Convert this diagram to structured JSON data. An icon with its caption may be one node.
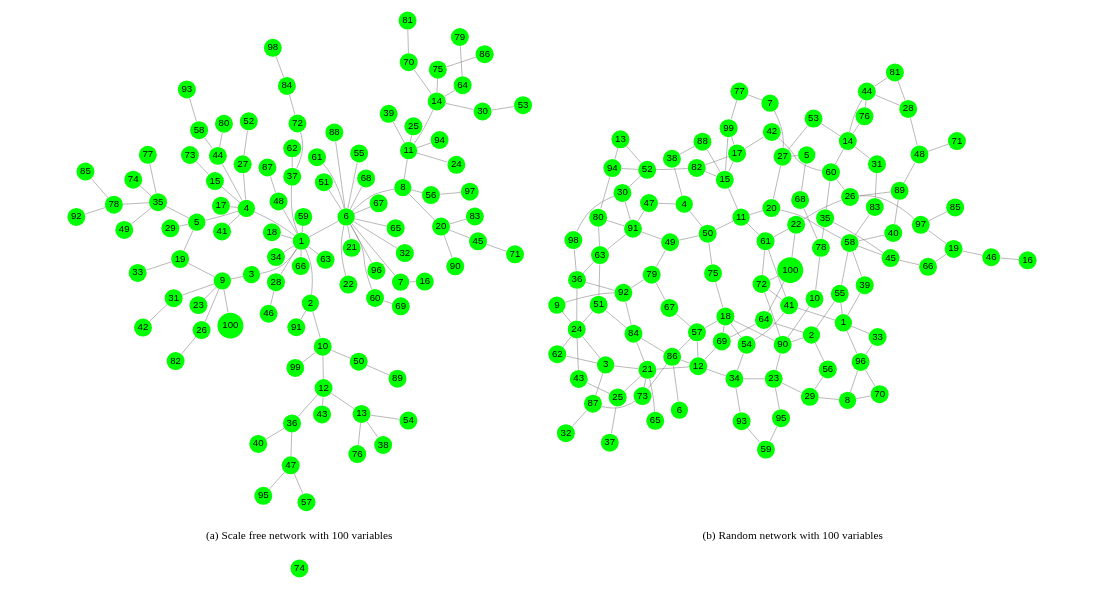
{
  "diagram": {
    "nodes": [
      {
        "text": [
          "1"
        ]
      },
      {
        "text": [
          "2"
        ]
      },
      {
        "text": [
          "3"
        ]
      },
      {
        "text": [
          "4"
        ]
      },
      {
        "text": [
          "5"
        ]
      },
      {
        "text": [
          "6"
        ]
      },
      {
        "text": [
          "7"
        ]
      },
      {
        "text": [
          "8"
        ]
      },
      {
        "text": [
          "9"
        ]
      },
      {
        "text": [
          "10"
        ]
      },
      {
        "text": [
          "11"
        ]
      },
      {
        "text": [
          "12"
        ]
      },
      {
        "text": [
          "13"
        ]
      },
      {
        "text": [
          "14"
        ]
      },
      {
        "text": [
          "15"
        ]
      },
      {
        "text": [
          "16"
        ]
      },
      {
        "text": [
          "17"
        ]
      },
      {
        "text": [
          "18"
        ]
      },
      {
        "text": [
          "19"
        ]
      },
      {
        "text": [
          "20"
        ]
      },
      {
        "text": [
          "21"
        ]
      },
      {
        "text": [
          "22"
        ]
      },
      {
        "text": [
          "23"
        ]
      },
      {
        "text": [
          "24"
        ]
      },
      {
        "text": [
          "25"
        ]
      },
      {
        "text": [
          "26"
        ]
      },
      {
        "text": [
          "27"
        ]
      },
      {
        "text": [
          "28"
        ]
      },
      {
        "text": [
          "29"
        ]
      },
      {
        "text": [
          "30"
        ]
      },
      {
        "text": [
          "31"
        ]
      },
      {
        "text": [
          "32"
        ]
      },
      {
        "text": [
          "33"
        ]
      },
      {
        "text": [
          "34"
        ]
      },
      {
        "text": [
          "35"
        ]
      },
      {
        "text": [
          "36"
        ]
      },
      {
        "text": [
          "37"
        ]
      },
      {
        "text": [
          "38"
        ]
      },
      {
        "text": [
          "39"
        ]
      },
      {
        "text": [
          "40"
        ]
      },
      {
        "text": [
          "41"
        ]
      },
      {
        "text": [
          "42"
        ]
      },
      {
        "text": [
          "43"
        ]
      },
      {
        "text": [
          "44"
        ]
      },
      {
        "text": [
          "45"
        ]
      },
      {
        "text": [
          "46"
        ]
      },
      {
        "text": [
          "47"
        ]
      },
      {
        "text": [
          "48"
        ]
      },
      {
        "text": [
          "49"
        ]
      },
      {
        "text": [
          "50"
        ]
      },
      {
        "text": [
          "51"
        ]
      },
      {
        "text": [
          "52"
        ]
      },
      {
        "text": [
          "53"
        ]
      },
      {
        "text": [
          "54"
        ]
      },
      {
        "text": [
          "55"
        ]
      },
      {
        "text": [
          "56"
        ]
      },
      {
        "text": [
          "57"
        ]
      },
      {
        "text": [
          "58"
        ]
      },
      {
        "text": [
          "59"
        ]
      },
      {
        "text": [
          "60"
        ]
      },
      {
        "text": [
          "61"
        ]
      },
      {
        "text": [
          "62"
        ]
      },
      {
        "text": [
          "63"
        ]
      },
      {
        "text": [
          "64"
        ]
      },
      {
        "text": [
          "65"
        ]
      },
      {
        "text": [
          "66"
        ]
      },
      {
        "text": [
          "67"
        ]
      },
      {
        "text": [
          "68"
        ]
      },
      {
        "text": [
          "69"
        ]
      },
      {
        "text": [
          "70"
        ]
      },
      {
        "text": [
          "71"
        ]
      },
      {
        "text": [
          "72"
        ]
      },
      {
        "text": [
          "73"
        ]
      },
      {
        "text": [
          "74"
        ]
      },
      {
        "text": [
          "75"
        ]
      },
      {
        "text": [
          "76"
        ]
      },
      {
        "text": [
          "77"
        ]
      },
      {
        "text": [
          "78"
        ]
      },
      {
        "text": [
          "79"
        ]
      },
      {
        "text": [
          "80"
        ]
      },
      {
        "text": [
          "81"
        ]
      },
      {
        "text": [
          "82"
        ]
      },
      {
        "text": [
          "83"
        ]
      },
      {
        "text": [
          "84"
        ]
      },
      {
        "text": [
          "85"
        ]
      },
      {
        "text": [
          "86"
        ]
      },
      {
        "text": [
          "87"
        ]
      },
      {
        "text": [
          "88"
        ]
      },
      {
        "text": [
          "89"
        ]
      },
      {
        "text": [
          "90"
        ]
      },
      {
        "text": [
          "91"
        ]
      },
      {
        "text": [
          "92"
        ]
      },
      {
        "text": [
          "93"
        ]
      },
      {
        "text": [
          "94"
        ]
      },
      {
        "text": [
          "95"
        ]
      },
      {
        "text": [
          "96"
        ]
      },
      {
        "text": [
          "97"
        ]
      },
      {
        "text": [
          "98"
        ]
      },
      {
        "text": [
          "99"
        ]
      },
      {
        "text": [
          "100"
        ]
      },
      {
        "text": [
          "100"
        ]
      },
      {
        "text": [
          "1"
        ]
      },
      {
        "text": [
          "2"
        ]
      },
      {
        "text": [
          "3"
        ]
      },
      {
        "text": [
          "4"
        ]
      },
      {
        "text": [
          "5"
        ]
      },
      {
        "text": [
          "6"
        ]
      },
      {
        "text": [
          "7"
        ]
      },
      {
        "text": [
          "8"
        ]
      },
      {
        "text": [
          "9"
        ]
      },
      {
        "text": [
          "10"
        ]
      },
      {
        "text": [
          "11"
        ]
      },
      {
        "text": [
          "12"
        ]
      },
      {
        "text": [
          "13"
        ]
      },
      {
        "text": [
          "14"
        ]
      },
      {
        "text": [
          "15"
        ]
      },
      {
        "text": [
          "16"
        ]
      },
      {
        "text": [
          "17"
        ]
      },
      {
        "text": [
          "18"
        ]
      },
      {
        "text": [
          "19"
        ]
      },
      {
        "text": [
          "20"
        ]
      },
      {
        "text": [
          "21"
        ]
      },
      {
        "text": [
          "22"
        ]
      },
      {
        "text": [
          "23"
        ]
      },
      {
        "text": [
          "24"
        ]
      },
      {
        "text": [
          "25"
        ]
      },
      {
        "text": [
          "26"
        ]
      },
      {
        "text": [
          "27"
        ]
      },
      {
        "text": [
          "28"
        ]
      },
      {
        "text": [
          "29"
        ]
      },
      {
        "text": [
          "30"
        ]
      },
      {
        "text": [
          "31"
        ]
      },
      {
        "text": [
          "32"
        ]
      },
      {
        "text": [
          "33"
        ]
      },
      {
        "text": [
          "34"
        ]
      },
      {
        "text": [
          "35"
        ]
      },
      {
        "text": [
          "36"
        ]
      },
      {
        "text": [
          "37"
        ]
      },
      {
        "text": [
          "38"
        ]
      },
      {
        "text": [
          "39"
        ]
      },
      {
        "text": [
          "40"
        ]
      },
      {
        "text": [
          "41"
        ]
      },
      {
        "text": [
          "42"
        ]
      },
      {
        "text": [
          "43"
        ]
      },
      {
        "text": [
          "44"
        ]
      },
      {
        "text": [
          "45"
        ]
      },
      {
        "text": [
          "46"
        ]
      },
      {
        "text": [
          "47"
        ]
      },
      {
        "text": [
          "48"
        ]
      },
      {
        "text": [
          "49"
        ]
      },
      {
        "text": [
          "50"
        ]
      },
      {
        "text": [
          "51"
        ]
      },
      {
        "text": [
          "52"
        ]
      },
      {
        "text": [
          "53"
        ]
      },
      {
        "text": [
          "54"
        ]
      },
      {
        "text": [
          "55"
        ]
      },
      {
        "text": [
          "56"
        ]
      },
      {
        "text": [
          "57"
        ]
      },
      {
        "text": [
          "58"
        ]
      },
      {
        "text": [
          "59"
        ]
      },
      {
        "text": [
          "60"
        ]
      },
      {
        "text": [
          "61"
        ]
      },
      {
        "text": [
          "62"
        ]
      },
      {
        "text": [
          "63"
        ]
      },
      {
        "text": [
          "64"
        ]
      },
      {
        "text": [
          "65"
        ]
      },
      {
        "text": [
          "66"
        ]
      },
      {
        "text": [
          "67"
        ]
      },
      {
        "text": [
          "68"
        ]
      },
      {
        "text": [
          "69"
        ]
      },
      {
        "text": [
          "70"
        ]
      },
      {
        "text": [
          "71"
        ]
      },
      {
        "text": [
          "72"
        ]
      },
      {
        "text": [
          "73"
        ]
      },
      {
        "text": [
          "74"
        ]
      },
      {
        "text": [
          "75"
        ]
      },
      {
        "text": [
          "76"
        ]
      },
      {
        "text": [
          "77"
        ]
      },
      {
        "text": [
          "78"
        ]
      },
      {
        "text": [
          "79"
        ]
      },
      {
        "text": [
          "80"
        ]
      },
      {
        "text": [
          "81"
        ]
      },
      {
        "text": [
          "82"
        ]
      },
      {
        "text": [
          "83"
        ]
      },
      {
        "text": [
          "84"
        ]
      },
      {
        "text": [
          "85"
        ]
      },
      {
        "text": [
          "86"
        ]
      },
      {
        "text": [
          "87"
        ]
      },
      {
        "text": [
          "88"
        ]
      },
      {
        "text": [
          "89"
        ]
      },
      {
        "text": [
          "90"
        ]
      },
      {
        "text": [
          "91"
        ]
      },
      {
        "text": [
          "92"
        ]
      },
      {
        "text": [
          "93"
        ]
      },
      {
        "text": [
          "94"
        ]
      },
      {
        "text": [
          "95"
        ]
      },
      {
        "text": [
          "96"
        ]
      },
      {
        "text": [
          "97"
        ]
      },
      {
        "text": [
          "98"
        ]
      },
      {
        "text": [
          "99"
        ]
      }
    ],
    "edges": [
      {
        "from": 68,
        "to": 59,
        "arrow": "none"
      },
      {
        "from": 59,
        "to": 5,
        "arrow": "none"
      },
      {
        "from": 21,
        "to": 5,
        "arrow": "none"
      },
      {
        "from": 66,
        "to": 5,
        "arrow": "none"
      },
      {
        "from": 95,
        "to": 5,
        "arrow": "none"
      },
      {
        "from": 87,
        "to": 5,
        "arrow": "none"
      },
      {
        "from": 20,
        "to": 5,
        "arrow": "none"
      },
      {
        "from": 64,
        "to": 5,
        "arrow": "none"
      },
      {
        "from": 50,
        "to": 5,
        "arrow": "none"
      },
      {
        "from": 54,
        "to": 5,
        "arrow": "none"
      },
      {
        "from": 67,
        "to": 5,
        "arrow": "none"
      },
      {
        "from": 31,
        "to": 5,
        "arrow": "none"
      },
      {
        "from": 60,
        "to": 5,
        "arrow": "none"
      },
      {
        "from": 6,
        "to": 5,
        "arrow": "none"
      },
      {
        "from": 15,
        "to": 6,
        "arrow": "none"
      },
      {
        "from": 7,
        "to": 5,
        "arrow": "none"
      },
      {
        "from": 5,
        "to": 0,
        "arrow": "none"
      },
      {
        "from": 96,
        "to": 55,
        "arrow": "none"
      },
      {
        "from": 55,
        "to": 7,
        "arrow": "none"
      },
      {
        "from": 7,
        "to": 10,
        "arrow": "none"
      },
      {
        "from": 7,
        "to": 19,
        "arrow": "none"
      },
      {
        "from": 82,
        "to": 19,
        "arrow": "none"
      },
      {
        "from": 19,
        "to": 89,
        "arrow": "none"
      },
      {
        "from": 19,
        "to": 44,
        "arrow": "none"
      },
      {
        "from": 44,
        "to": 70,
        "arrow": "none"
      },
      {
        "from": 38,
        "to": 10,
        "arrow": "none"
      },
      {
        "from": 24,
        "to": 10,
        "arrow": "none"
      },
      {
        "from": 23,
        "to": 10,
        "arrow": "none"
      },
      {
        "from": 93,
        "to": 10,
        "arrow": "none"
      },
      {
        "from": 10,
        "to": 13,
        "arrow": "none"
      },
      {
        "from": 29,
        "to": 13,
        "arrow": "none"
      },
      {
        "from": 52,
        "to": 29,
        "arrow": "none"
      },
      {
        "from": 63,
        "to": 13,
        "arrow": "none"
      },
      {
        "from": 78,
        "to": 63,
        "arrow": "none"
      },
      {
        "from": 74,
        "to": 13,
        "arrow": "none"
      },
      {
        "from": 85,
        "to": 74,
        "arrow": "none"
      },
      {
        "from": 69,
        "to": 13,
        "arrow": "none"
      },
      {
        "from": 80,
        "to": 69,
        "arrow": "none"
      },
      {
        "from": 45,
        "to": 27,
        "arrow": "none"
      },
      {
        "from": 27,
        "to": 0,
        "arrow": "none"
      },
      {
        "from": 86,
        "to": 47,
        "arrow": "none"
      },
      {
        "from": 47,
        "to": 0,
        "arrow": "none"
      },
      {
        "from": 33,
        "to": 0,
        "arrow": "none"
      },
      {
        "from": 62,
        "to": 0,
        "arrow": "none"
      },
      {
        "from": 58,
        "to": 0,
        "arrow": "none"
      },
      {
        "from": 0,
        "to": 1,
        "arrow": "none"
      },
      {
        "from": 36,
        "to": 0,
        "arrow": "none"
      },
      {
        "from": 71,
        "to": 36,
        "arrow": "none"
      },
      {
        "from": 61,
        "to": 36,
        "arrow": "none"
      },
      {
        "from": 97,
        "to": 83,
        "arrow": "none"
      },
      {
        "from": 83,
        "to": 71,
        "arrow": "none"
      },
      {
        "from": 17,
        "to": 0,
        "arrow": "none"
      },
      {
        "from": 65,
        "to": 0,
        "arrow": "none"
      },
      {
        "from": 2,
        "to": 0,
        "arrow": "none"
      },
      {
        "from": 3,
        "to": 0,
        "arrow": "none"
      },
      {
        "from": 90,
        "to": 1,
        "arrow": "none"
      },
      {
        "from": 1,
        "to": 9,
        "arrow": "none"
      },
      {
        "from": 49,
        "to": 9,
        "arrow": "none"
      },
      {
        "from": 88,
        "to": 49,
        "arrow": "none"
      },
      {
        "from": 98,
        "to": 9,
        "arrow": "none"
      },
      {
        "from": 11,
        "to": 9,
        "arrow": "none"
      },
      {
        "from": 35,
        "to": 11,
        "arrow": "none"
      },
      {
        "from": 46,
        "to": 35,
        "arrow": "none"
      },
      {
        "from": 56,
        "to": 46,
        "arrow": "none"
      },
      {
        "from": 94,
        "to": 46,
        "arrow": "none"
      },
      {
        "from": 39,
        "to": 35,
        "arrow": "none"
      },
      {
        "from": 42,
        "to": 11,
        "arrow": "none"
      },
      {
        "from": 12,
        "to": 11,
        "arrow": "none"
      },
      {
        "from": 53,
        "to": 12,
        "arrow": "none"
      },
      {
        "from": 37,
        "to": 12,
        "arrow": "none"
      },
      {
        "from": 75,
        "to": 12,
        "arrow": "none"
      },
      {
        "from": 26,
        "to": 3,
        "arrow": "none"
      },
      {
        "from": 51,
        "to": 26,
        "arrow": "none"
      },
      {
        "from": 14,
        "to": 3,
        "arrow": "none"
      },
      {
        "from": 72,
        "to": 14,
        "arrow": "none"
      },
      {
        "from": 43,
        "to": 3,
        "arrow": "none"
      },
      {
        "from": 57,
        "to": 43,
        "arrow": "none"
      },
      {
        "from": 92,
        "to": 57,
        "arrow": "none"
      },
      {
        "from": 79,
        "to": 43,
        "arrow": "none"
      },
      {
        "from": 40,
        "to": 3,
        "arrow": "none"
      },
      {
        "from": 16,
        "to": 3,
        "arrow": "none"
      },
      {
        "from": 4,
        "to": 3,
        "arrow": "none"
      },
      {
        "from": 18,
        "to": 4,
        "arrow": "none"
      },
      {
        "from": 28,
        "to": 4,
        "arrow": "none"
      },
      {
        "from": 34,
        "to": 4,
        "arrow": "none"
      },
      {
        "from": 77,
        "to": 34,
        "arrow": "none"
      },
      {
        "from": 91,
        "to": 77,
        "arrow": "none"
      },
      {
        "from": 84,
        "to": 77,
        "arrow": "none"
      },
      {
        "from": 73,
        "to": 34,
        "arrow": "none"
      },
      {
        "from": 76,
        "to": 34,
        "arrow": "none"
      },
      {
        "from": 48,
        "to": 34,
        "arrow": "none"
      },
      {
        "from": 2,
        "to": 8,
        "arrow": "none"
      },
      {
        "from": 25,
        "to": 8,
        "arrow": "none"
      },
      {
        "from": 81,
        "to": 25,
        "arrow": "none"
      },
      {
        "from": 22,
        "to": 8,
        "arrow": "none"
      },
      {
        "from": 18,
        "to": 8,
        "arrow": "none"
      },
      {
        "from": 32,
        "to": 18,
        "arrow": "none"
      },
      {
        "from": 99,
        "to": 8,
        "arrow": "none"
      },
      {
        "from": 30,
        "to": 8,
        "arrow": "none"
      },
      {
        "from": 41,
        "to": 30,
        "arrow": "none"
      },
      {
        "from": 105,
        "to": 168,
        "arrow": "none"
      },
      {
        "from": 105,
        "to": 127,
        "arrow": "none"
      },
      {
        "from": 168,
        "to": 178,
        "arrow": "none"
      },
      {
        "from": 107,
        "to": 177,
        "arrow": "none"
      },
      {
        "from": 107,
        "to": 127,
        "arrow": "none"
      },
      {
        "from": 177,
        "to": 199,
        "arrow": "none"
      },
      {
        "from": 127,
        "to": 120,
        "arrow": "none"
      },
      {
        "from": 127,
        "to": 153,
        "arrow": "none"
      },
      {
        "from": 131,
        "to": 183,
        "arrow": "none"
      },
      {
        "from": 131,
        "to": 114,
        "arrow": "none"
      },
      {
        "from": 176,
        "to": 114,
        "arrow": "none"
      },
      {
        "from": 176,
        "to": 144,
        "arrow": "none"
      },
      {
        "from": 178,
        "to": 135,
        "arrow": "none"
      },
      {
        "from": 178,
        "to": 110,
        "arrow": "none"
      },
      {
        "from": 199,
        "to": 117,
        "arrow": "none"
      },
      {
        "from": 199,
        "to": 115,
        "arrow": "none"
      },
      {
        "from": 117,
        "to": 142,
        "arrow": "none"
      },
      {
        "from": 117,
        "to": 182,
        "arrow": "none"
      },
      {
        "from": 117,
        "to": 115,
        "arrow": "none"
      },
      {
        "from": 142,
        "to": 160,
        "arrow": "none"
      },
      {
        "from": 182,
        "to": 115,
        "arrow": "none"
      },
      {
        "from": 182,
        "to": 152,
        "arrow": "none"
      },
      {
        "from": 115,
        "to": 111,
        "arrow": "none"
      },
      {
        "from": 115,
        "to": 188,
        "arrow": "none"
      },
      {
        "from": 120,
        "to": 111,
        "arrow": "none"
      },
      {
        "from": 120,
        "to": 158,
        "arrow": "none"
      },
      {
        "from": 171,
        "to": 148,
        "arrow": "none"
      },
      {
        "from": 183,
        "to": 158,
        "arrow": "none"
      },
      {
        "from": 114,
        "to": 160,
        "arrow": "none"
      },
      {
        "from": 114,
        "to": 144,
        "arrow": "none"
      },
      {
        "from": 114,
        "to": 153,
        "arrow": "none"
      },
      {
        "from": 135,
        "to": 160,
        "arrow": "none"
      },
      {
        "from": 135,
        "to": 145,
        "arrow": "none"
      },
      {
        "from": 110,
        "to": 190,
        "arrow": "none"
      },
      {
        "from": 181,
        "to": 144,
        "arrow": "none"
      },
      {
        "from": 181,
        "to": 128,
        "arrow": "none"
      },
      {
        "from": 140,
        "to": 189,
        "arrow": "none"
      },
      {
        "from": 140,
        "to": 158,
        "arrow": "none"
      },
      {
        "from": 144,
        "to": 128,
        "arrow": "none"
      },
      {
        "from": 128,
        "to": 148,
        "arrow": "none"
      },
      {
        "from": 166,
        "to": 145,
        "arrow": "none"
      },
      {
        "from": 166,
        "to": 119,
        "arrow": "none"
      },
      {
        "from": 139,
        "to": 158,
        "arrow": "none"
      },
      {
        "from": 139,
        "to": 101,
        "arrow": "none"
      },
      {
        "from": 185,
        "to": 197,
        "arrow": "none"
      },
      {
        "from": 133,
        "to": 196,
        "arrow": "none"
      },
      {
        "from": 101,
        "to": 133,
        "arrow": "none"
      },
      {
        "from": 101,
        "to": 196,
        "arrow": "none"
      },
      {
        "from": 101,
        "to": 141,
        "arrow": "none"
      },
      {
        "from": 196,
        "to": 170,
        "arrow": "none"
      },
      {
        "from": 196,
        "to": 108,
        "arrow": "none"
      },
      {
        "from": 108,
        "to": 170,
        "arrow": "none"
      },
      {
        "from": 108,
        "to": 129,
        "arrow": "none"
      },
      {
        "from": 156,
        "to": 129,
        "arrow": "none"
      },
      {
        "from": 156,
        "to": 102,
        "arrow": "none"
      },
      {
        "from": 155,
        "to": 102,
        "arrow": "none"
      },
      {
        "from": 155,
        "to": 101,
        "arrow": "none"
      },
      {
        "from": 158,
        "to": 155,
        "arrow": "none"
      },
      {
        "from": 119,
        "to": 146,
        "arrow": "none"
      },
      {
        "from": 119,
        "to": 197,
        "arrow": "none"
      },
      {
        "from": 148,
        "to": 189,
        "arrow": "none"
      },
      {
        "from": 189,
        "to": 126,
        "arrow": "none"
      },
      {
        "from": 160,
        "to": 126,
        "arrow": "none"
      },
      {
        "from": 111,
        "to": 150,
        "arrow": "none"
      },
      {
        "from": 111,
        "to": 161,
        "arrow": "none"
      },
      {
        "from": 188,
        "to": 138,
        "arrow": "none"
      },
      {
        "from": 138,
        "to": 104,
        "arrow": "none"
      },
      {
        "from": 126,
        "to": 122,
        "arrow": "none"
      },
      {
        "from": 116,
        "to": 146,
        "arrow": "none"
      },
      {
        "from": 161,
        "to": 122,
        "arrow": "none"
      },
      {
        "from": 161,
        "to": 172,
        "arrow": "none"
      },
      {
        "from": 161,
        "to": 141,
        "arrow": "none"
      },
      {
        "from": 100,
        "to": 122,
        "arrow": "none"
      },
      {
        "from": 100,
        "to": 172,
        "arrow": "none"
      },
      {
        "from": 172,
        "to": 141,
        "arrow": "none"
      },
      {
        "from": 172,
        "to": 190,
        "arrow": "none"
      },
      {
        "from": 102,
        "to": 190,
        "arrow": "none"
      },
      {
        "from": 141,
        "to": 154,
        "arrow": "none"
      },
      {
        "from": 190,
        "to": 123,
        "arrow": "none"
      },
      {
        "from": 190,
        "to": 118,
        "arrow": "none"
      },
      {
        "from": 164,
        "to": 100,
        "arrow": "none"
      },
      {
        "from": 164,
        "to": 169,
        "arrow": "none"
      },
      {
        "from": 164,
        "to": 102,
        "arrow": "none"
      },
      {
        "from": 104,
        "to": 147,
        "arrow": "none"
      },
      {
        "from": 104,
        "to": 150,
        "arrow": "none"
      },
      {
        "from": 152,
        "to": 194,
        "arrow": "none"
      },
      {
        "from": 113,
        "to": 152,
        "arrow": "none"
      },
      {
        "from": 113,
        "to": 194,
        "arrow": "none"
      },
      {
        "from": 152,
        "to": 130,
        "arrow": "none"
      },
      {
        "from": 194,
        "to": 180,
        "arrow": "none"
      },
      {
        "from": 147,
        "to": 191,
        "arrow": "none"
      },
      {
        "from": 191,
        "to": 130,
        "arrow": "none"
      },
      {
        "from": 191,
        "to": 180,
        "arrow": "none"
      },
      {
        "from": 191,
        "to": 149,
        "arrow": "none"
      },
      {
        "from": 191,
        "to": 163,
        "arrow": "none"
      },
      {
        "from": 150,
        "to": 175,
        "arrow": "none"
      },
      {
        "from": 150,
        "to": 149,
        "arrow": "none"
      },
      {
        "from": 149,
        "to": 179,
        "arrow": "none"
      },
      {
        "from": 175,
        "to": 118,
        "arrow": "none"
      },
      {
        "from": 179,
        "to": 167,
        "arrow": "none"
      },
      {
        "from": 179,
        "to": 192,
        "arrow": "none"
      },
      {
        "from": 169,
        "to": 118,
        "arrow": "none"
      },
      {
        "from": 169,
        "to": 112,
        "arrow": "none"
      },
      {
        "from": 118,
        "to": 154,
        "arrow": "none"
      },
      {
        "from": 154,
        "to": 134,
        "arrow": "none"
      },
      {
        "from": 134,
        "to": 123,
        "arrow": "none"
      },
      {
        "from": 123,
        "to": 195,
        "arrow": "none"
      },
      {
        "from": 123,
        "to": 129,
        "arrow": "none"
      },
      {
        "from": 134,
        "to": 193,
        "arrow": "none"
      },
      {
        "from": 193,
        "to": 159,
        "arrow": "none"
      },
      {
        "from": 195,
        "to": 159,
        "arrow": "none"
      },
      {
        "from": 186,
        "to": 106,
        "arrow": "none"
      },
      {
        "from": 186,
        "to": 112,
        "arrow": "none"
      },
      {
        "from": 186,
        "to": 157,
        "arrow": "none"
      },
      {
        "from": 186,
        "to": 184,
        "arrow": "none"
      },
      {
        "from": 186,
        "to": 173,
        "arrow": "none"
      },
      {
        "from": 130,
        "to": 198,
        "arrow": "none"
      },
      {
        "from": 180,
        "to": 163,
        "arrow": "none"
      },
      {
        "from": 198,
        "to": 136,
        "arrow": "none"
      },
      {
        "from": 163,
        "to": 151,
        "arrow": "none"
      },
      {
        "from": 163,
        "to": 136,
        "arrow": "none"
      },
      {
        "from": 151,
        "to": 124,
        "arrow": "none"
      },
      {
        "from": 151,
        "to": 184,
        "arrow": "none"
      },
      {
        "from": 136,
        "to": 124,
        "arrow": "none"
      },
      {
        "from": 136,
        "to": 192,
        "arrow": "none"
      },
      {
        "from": 124,
        "to": 109,
        "arrow": "none"
      },
      {
        "from": 124,
        "to": 143,
        "arrow": "none"
      },
      {
        "from": 124,
        "to": 103,
        "arrow": "none"
      },
      {
        "from": 109,
        "to": 192,
        "arrow": "none"
      },
      {
        "from": 162,
        "to": 103,
        "arrow": "none"
      },
      {
        "from": 103,
        "to": 187,
        "arrow": "none"
      },
      {
        "from": 103,
        "to": 121,
        "arrow": "none"
      },
      {
        "from": 192,
        "to": 184,
        "arrow": "none"
      },
      {
        "from": 167,
        "to": 157,
        "arrow": "none"
      },
      {
        "from": 157,
        "to": 112,
        "arrow": "none"
      },
      {
        "from": 112,
        "to": 121,
        "arrow": "none"
      },
      {
        "from": 184,
        "to": 121,
        "arrow": "none"
      },
      {
        "from": 121,
        "to": 173,
        "arrow": "none"
      },
      {
        "from": 121,
        "to": 125,
        "arrow": "none"
      },
      {
        "from": 121,
        "to": 165,
        "arrow": "none"
      },
      {
        "from": 173,
        "to": 187,
        "arrow": "none"
      },
      {
        "from": 187,
        "to": 132,
        "arrow": "none"
      },
      {
        "from": 143,
        "to": 125,
        "arrow": "none"
      },
      {
        "from": 125,
        "to": 137,
        "arrow": "none"
      },
      {
        "from": 162,
        "to": 124,
        "arrow": "none"
      },
      {
        "from": 112,
        "to": 134,
        "arrow": "none"
      },
      {
        "from": 157,
        "to": 118,
        "arrow": "none"
      },
      {
        "from": 197,
        "to": 126,
        "arrow": "none"
      },
      {
        "from": 145,
        "to": 158,
        "arrow": "none"
      }
    ],
    "labels": [
      "(a) Scale free network with 100 variables",
      "(b) Random network with 100 variables"
    ]
  }
}
